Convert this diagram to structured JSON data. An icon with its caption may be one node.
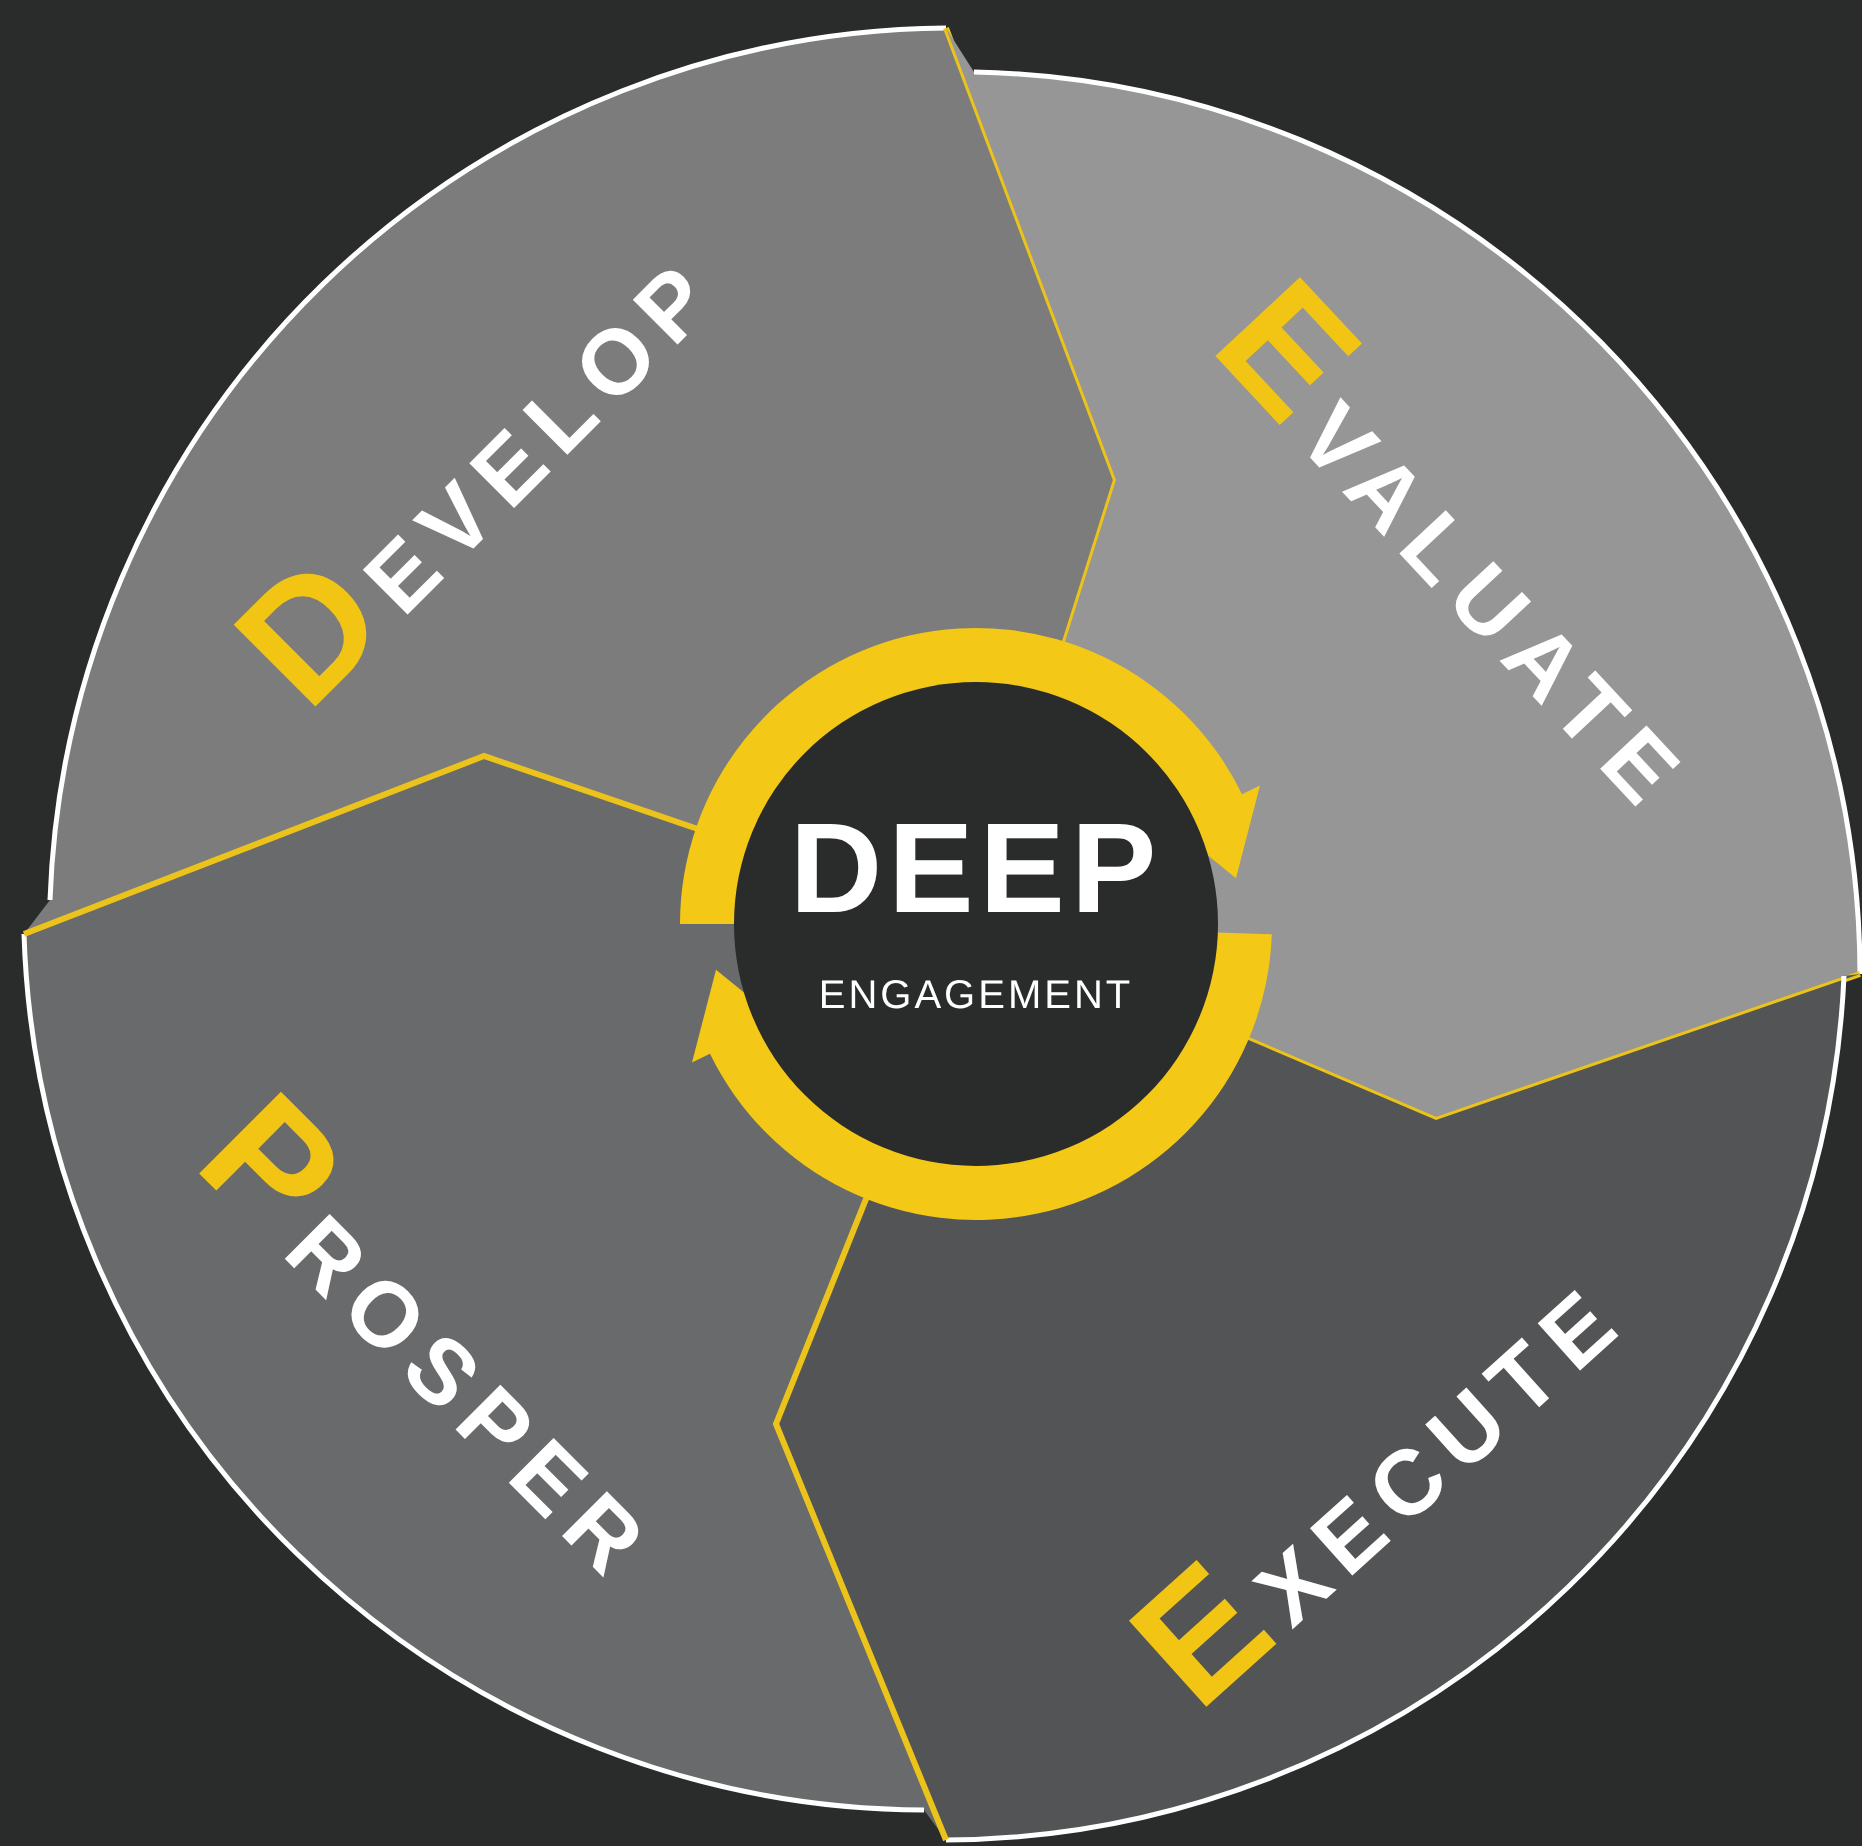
{
  "diagram": {
    "nodes": [
      {
        "text": [
          "DEVELOP"
        ]
      },
      {
        "text": [
          "EVALUATE"
        ]
      },
      {
        "text": [
          "DEEP",
          "ENGAGEMENT"
        ]
      },
      {
        "text": [
          "PROSPER"
        ]
      },
      {
        "text": [
          "EXECUTE"
        ]
      }
    ]
  }
}
